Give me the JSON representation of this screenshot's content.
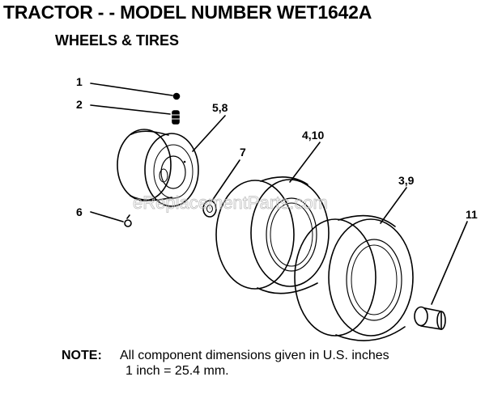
{
  "header": {
    "title": "TRACTOR - - MODEL NUMBER WET1642A",
    "subtitle": "WHEELS & TIRES"
  },
  "watermark": "eReplacementParts.com",
  "callouts": [
    "1",
    "2",
    "5,8",
    "7",
    "4,10",
    "3,9",
    "6",
    "11"
  ],
  "note": {
    "label": "NOTE:",
    "line1": "All component dimensions given in U.S. inches",
    "line2": "1 inch = 25.4 mm."
  },
  "colors": {
    "ink": "#000000",
    "watermark": "#bdbdbd",
    "background": "#ffffff"
  }
}
